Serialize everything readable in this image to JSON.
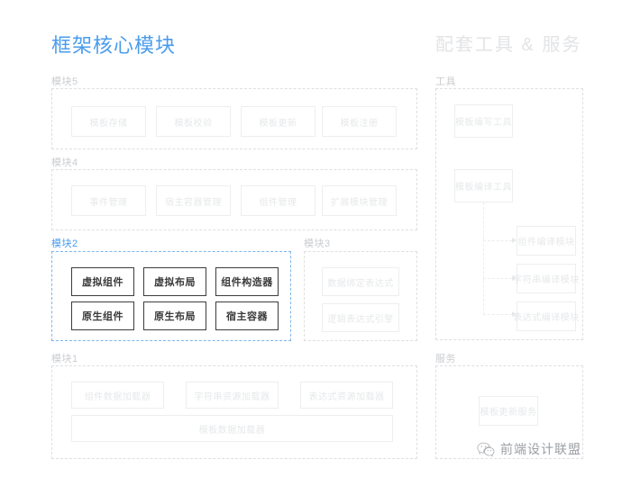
{
  "left_panel": {
    "title": "框架核心模块",
    "groups": [
      {
        "label": "模块5",
        "highlighted": false,
        "nodes": [
          "模板存储",
          "模板校验",
          "模板更新",
          "模板注册"
        ]
      },
      {
        "label": "模块4",
        "highlighted": false,
        "nodes": [
          "事件管理",
          "宿主容器管理",
          "组件管理",
          "扩展模块管理"
        ]
      },
      {
        "label": "模块2",
        "highlighted": true,
        "nodes": [
          "虚拟组件",
          "虚拟布局",
          "组件构造器",
          "原生组件",
          "原生布局",
          "宿主容器"
        ]
      },
      {
        "label": "模块3",
        "highlighted": false,
        "nodes": [
          "数据绑定表达式",
          "逻辑表达式引擎"
        ]
      },
      {
        "label": "模块1",
        "highlighted": false,
        "nodes": [
          "组件数据加载器",
          "字符串资源加载器",
          "表达式资源加载器",
          "模板数据加载器"
        ]
      }
    ]
  },
  "right_panel": {
    "title": "配套工具 & 服务",
    "groups": [
      {
        "label": "工具",
        "nodes": [
          "模板编写工具",
          "模板编译工具",
          "组件编译模块",
          "字符串编译模块",
          "表达式编译模块"
        ]
      },
      {
        "label": "服务",
        "nodes": [
          "模板更新服务"
        ]
      }
    ]
  },
  "watermark": {
    "text": "前端设计联盟",
    "icon": "wechat-icon"
  },
  "colors": {
    "accent": "#4a9ced",
    "accent_border": "#7db5ec",
    "muted_text": "#e6e8ea",
    "label_text": "#c9ccd0",
    "box_border": "#eceef0",
    "dashed_border": "#dcdfe3",
    "solid_node_border": "#3c3c3c",
    "background": "#ffffff"
  }
}
